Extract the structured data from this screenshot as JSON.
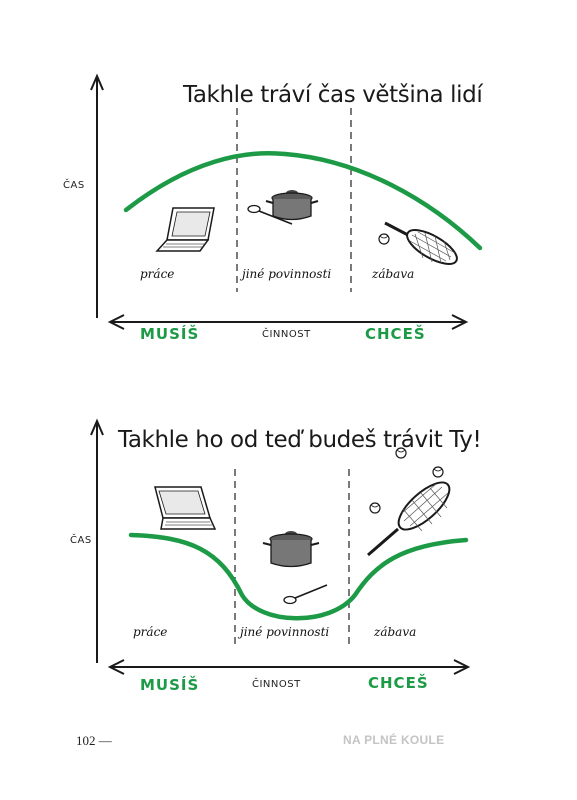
{
  "diagrams": [
    {
      "title": "Takhle tráví čas většina lidí",
      "ylabel": "ČAS",
      "xlabel": "ČINNOST",
      "left_label": "MUSÍŠ",
      "right_label": "CHCEŠ",
      "categories": [
        "práce",
        "jiné povinnosti",
        "zábava"
      ],
      "icons": [
        "laptop-icon",
        "pot-icon",
        "spoon-icon",
        "tennis-racket-icon",
        "tennis-ball-icon"
      ]
    },
    {
      "title": "Takhle ho od teď budeš trávit Ty!",
      "ylabel": "ČAS",
      "xlabel": "ČINNOST",
      "left_label": "MUSÍŠ",
      "right_label": "CHCEŠ",
      "categories": [
        "práce",
        "jiné povinnosti",
        "zábava"
      ],
      "icons": [
        "laptop-icon",
        "pot-icon",
        "spoon-icon",
        "tennis-racket-icon",
        "tennis-ball-icon"
      ]
    }
  ],
  "colors": {
    "curve": "#1c9a46",
    "ink": "#1a1a1a",
    "footer": "#c4c4c4"
  },
  "footer": {
    "page_number": "102 —",
    "book_title": "NA PLNÉ KOULE"
  }
}
